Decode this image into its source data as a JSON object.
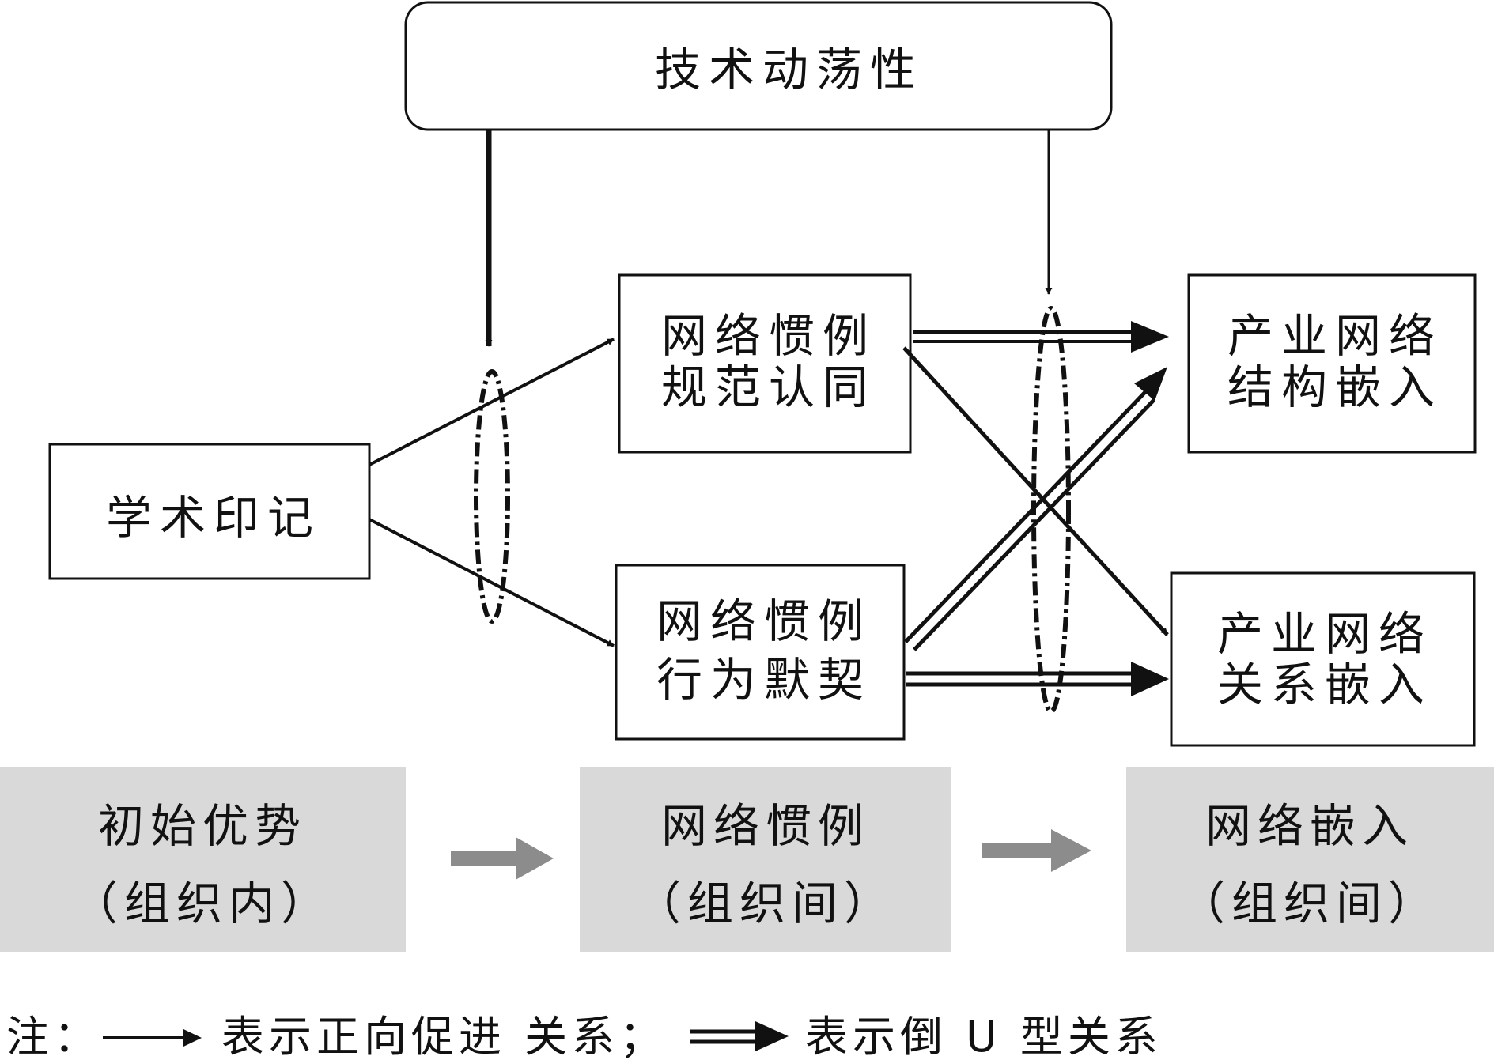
{
  "nodes": {
    "tech": "技术动荡性",
    "academic": "学术印记",
    "norm": [
      "网络惯例",
      "规范认同"
    ],
    "behavior": [
      "网络惯例",
      "行为默契"
    ],
    "structural": [
      "产业网络",
      "结构嵌入"
    ],
    "relational": [
      "产业网络",
      "关系嵌入"
    ]
  },
  "bands": [
    {
      "title": "初始优势",
      "subtitle": "（组织内）"
    },
    {
      "title": "网络惯例",
      "subtitle": "（组织间）"
    },
    {
      "title": "网络嵌入",
      "subtitle": "（组织间）"
    }
  ],
  "legend": {
    "prefix": "注：",
    "positive": "表示正向促进 关系；",
    "inverted_u": "表示倒 U 型关系"
  },
  "colors": {
    "band_fill": "#d9d9d9",
    "band_arrow": "#8c8c8c",
    "ink": "#111111"
  }
}
